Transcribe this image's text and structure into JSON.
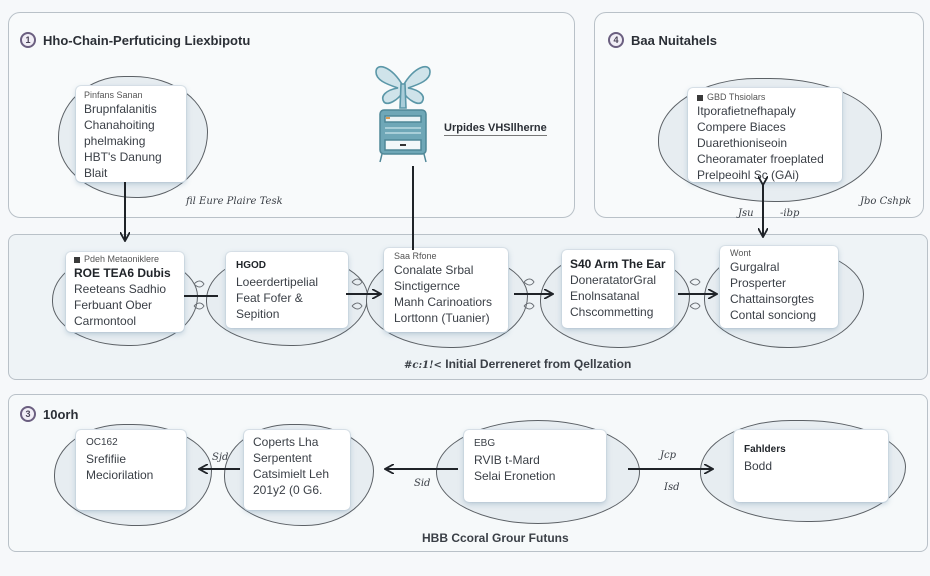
{
  "colors": {
    "background": "#f6f8fa",
    "panel_border": "#b9c1c8",
    "cloud_fill": "#e7edf1",
    "icon_teal": "#5b97a8",
    "arrow": "#1f2328"
  },
  "panel1": {
    "number": "1",
    "title": "Hho-Chain-Perfuticing Liexbipotu",
    "card": {
      "head": "Pinfans Sanan",
      "lines": [
        "Brupnfalanitis",
        "Chanahoiting",
        "phelmaking",
        "HBT's Danung",
        "Blait"
      ]
    },
    "script_note": "fil Eure Plaire Tesk"
  },
  "panel_center": {
    "icon": "butterfly-server-icon",
    "label": "Urpides VHSllherne"
  },
  "panel2": {
    "number": "4",
    "title": "Baa Nuitahels",
    "card": {
      "head": "GBD Thsiolars",
      "lines": [
        "Itporafietnefhapaly",
        "Compere Biaces",
        "Duarethioniseoin",
        "Cheoramater froeplated",
        "Prelpeoihl Sc (GAi)"
      ]
    },
    "script_note": "Jbo Cshpk",
    "arrow_notes": [
      "Jsu",
      "-ibp"
    ]
  },
  "band_middle": {
    "caption": "Initial Derreneret from Qellzation",
    "caption_prefix": "#c:1!<",
    "cards": [
      {
        "head": "Pdeh Metaoniklere",
        "lines": [
          "ROE TEA6 Dubis",
          "Reeteans Sadhio",
          "Ferbuant Ober",
          "Carmontool"
        ],
        "bold_first": true
      },
      {
        "head": "",
        "lines": [
          "HGOD",
          "Loeerdertipelial",
          "Feat Fofer &",
          "Sepition"
        ],
        "bold_first": true
      },
      {
        "head": "Saa Rfone",
        "lines": [
          "Conalate Srbal",
          "Sinctigernce",
          "Manh Carinoatiors",
          "Lorttonn (Tuanier)"
        ],
        "bold_first": false
      },
      {
        "head": "",
        "lines": [
          "S40 Arm The Ear",
          "DoneratatorGral",
          "Enolnsatanal",
          "Chscommetting"
        ],
        "bold_first": true
      },
      {
        "head": "Wont",
        "lines": [
          "Gurgalral",
          "Prosperter",
          "Chattainsorgtes",
          "Contal sonciong"
        ],
        "bold_first": false
      }
    ]
  },
  "band_bottom": {
    "number": "3",
    "title": "10orh",
    "caption": "HBB Ccoral Grour Futuns",
    "cards": [
      {
        "head": "",
        "lines": [
          "OC162",
          "Srefifiie",
          "Meciorilation"
        ]
      },
      {
        "head": "",
        "lines": [
          "Coperts Lha",
          "Serpentent",
          "Catsimielt Leh",
          "201y2 (0 G6."
        ]
      },
      {
        "head": "",
        "lines": [
          "EBG",
          "RVIB t-Mard",
          "Selai Eronetion"
        ]
      },
      {
        "head": "",
        "lines": [
          "Fahlders",
          "Bodd"
        ]
      }
    ],
    "arrow_notes": [
      "Sjd",
      "Sid",
      "Jcp",
      "Isd"
    ]
  }
}
